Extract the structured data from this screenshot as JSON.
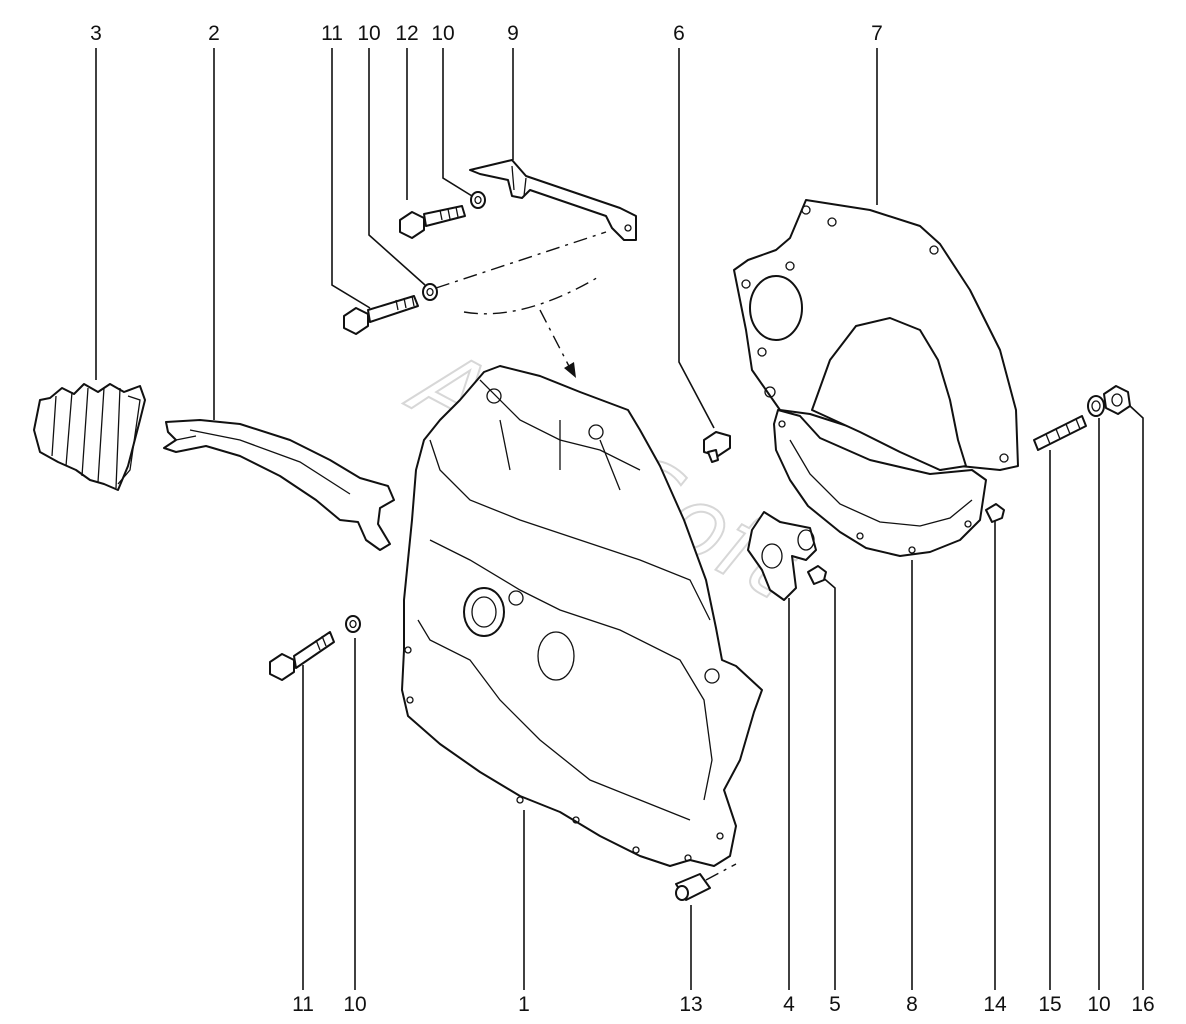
{
  "diagram": {
    "watermark": "AutoSoft",
    "top_callouts": [
      {
        "id": "top-3",
        "label": "3"
      },
      {
        "id": "top-2",
        "label": "2"
      },
      {
        "id": "top-11",
        "label": "11"
      },
      {
        "id": "top-10a",
        "label": "10"
      },
      {
        "id": "top-12",
        "label": "12"
      },
      {
        "id": "top-10b",
        "label": "10"
      },
      {
        "id": "top-9",
        "label": "9"
      },
      {
        "id": "top-6",
        "label": "6"
      },
      {
        "id": "top-7",
        "label": "7"
      }
    ],
    "bottom_callouts": [
      {
        "id": "bot-11",
        "label": "11"
      },
      {
        "id": "bot-10a",
        "label": "10"
      },
      {
        "id": "bot-1",
        "label": "1"
      },
      {
        "id": "bot-13",
        "label": "13"
      },
      {
        "id": "bot-4",
        "label": "4"
      },
      {
        "id": "bot-5",
        "label": "5"
      },
      {
        "id": "bot-8",
        "label": "8"
      },
      {
        "id": "bot-14",
        "label": "14"
      },
      {
        "id": "bot-15",
        "label": "15"
      },
      {
        "id": "bot-10b",
        "label": "10"
      },
      {
        "id": "bot-16",
        "label": "16"
      }
    ]
  }
}
